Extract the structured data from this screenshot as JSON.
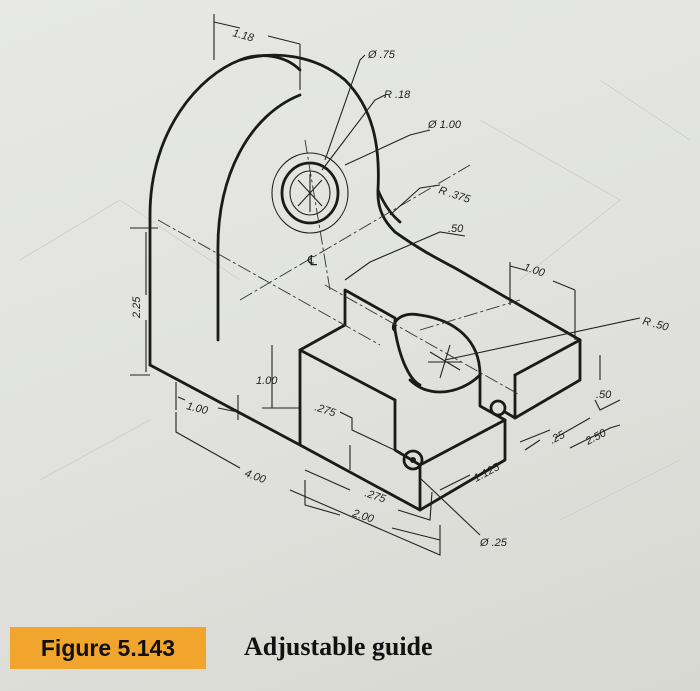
{
  "figure": {
    "label": "Figure 5.143",
    "title": "Adjustable guide",
    "badge_color": "#f1a52d"
  },
  "dimensions": {
    "top_width": "1.18",
    "hole_diameter": "Ø .75",
    "inner_radius": "R .18",
    "boss_diameter": "Ø 1.00",
    "fillet_radius": "R .375",
    "slot_width": ".50",
    "right_length": "1.00",
    "right_radius": "R .50",
    "height": "2.25",
    "step_height": "1.00",
    "base_depth": "1.00",
    "hole_offset_upper": ".275",
    "total_length": "4.00",
    "hole_offset_lower": ".275",
    "base_width": "2.00",
    "small_hole_diameter": "Ø .25",
    "slot_offset": "1.125",
    "tab_thickness": ".25",
    "tab_height": ".50",
    "overall_width": "2.50",
    "centerline_symbol": "℄"
  }
}
